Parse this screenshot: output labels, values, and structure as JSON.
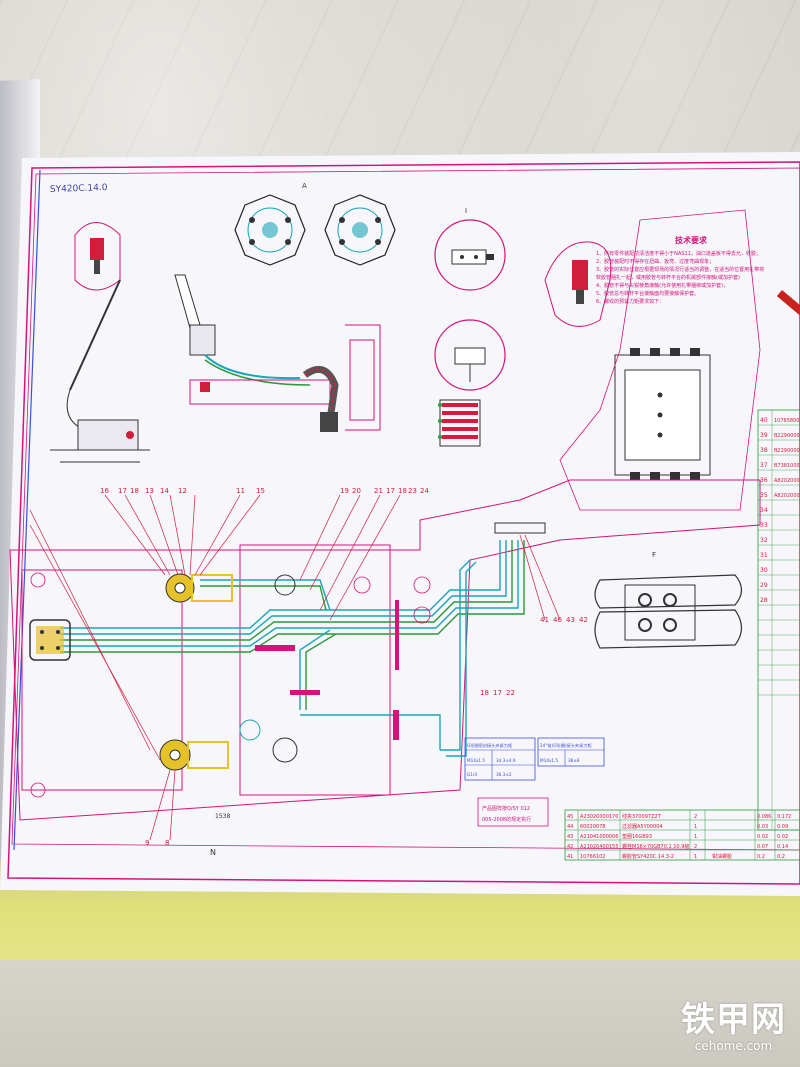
{
  "scene": {
    "type": "photo of a printed hydraulic / pilot piping engineering drawing laid on a table",
    "colors": {
      "paper": "#f7f6fb",
      "border": "#d4147a",
      "pipe_blue": "#1aa6b8",
      "pipe_green": "#2a9a3a",
      "red": "#d11e3c",
      "yellow_part": "#e6c22a"
    }
  },
  "drawing": {
    "sheet_code": "SY420C.14.0",
    "view_label_a": "A",
    "view_label_i": "I",
    "view_label_f": "F",
    "view_label_n": "N",
    "tech_req_title": "技术要求",
    "tech_req_items": [
      "1、所有零件装配前清洁度不得小于NAS11，油口道盖板不得去允，收脱；",
      "2、胶管装配时不得存在扭曲、扳弯、过度弯曲现象；",
      "3、胶管的实际位置应根据现场的情况行适当的调整，在适当的位置用扎带将",
      "   软胶管捆扎一起，或用胶管与转杆平台的机械部件接触(或加护套)",
      "4、胶管不得与尖锐棱角接触(允许使用扎带捆绑或加护套)；",
      "5、胶管总与转杆平台接触面均要接触保护套。",
      "6、螺纹的预紧力矩要求如下："
    ],
    "torque_table_left": {
      "headers": [
        "O形圈密封接头夹紧力矩",
        "拧紧力矩(N.m)"
      ],
      "rows": [
        [
          "M14x1.5",
          "34.3±4.9"
        ],
        [
          "G1/4",
          "36.3±2"
        ]
      ]
    },
    "torque_table_right": {
      "headers": [
        "24°锥(O形圈)接头夹紧力矩",
        "拧紧力矩(N.m)"
      ],
      "rows": [
        [
          "M14x1.5",
          "38±8"
        ]
      ]
    },
    "standard_note": [
      "产品图样按Q/SY 012",
      "005-2008的规定执行"
    ],
    "bom_rows": [
      [
        "45",
        "A23020000170",
        "线夹370097Z2T",
        "2",
        "",
        "0.086",
        "0.172"
      ],
      [
        "44",
        "60020078",
        "过滤器A5Y00004",
        "1",
        "",
        "0.03",
        "0.09"
      ],
      [
        "43",
        "A21041000006",
        "垫圈16GB93",
        "1",
        "",
        "0.02",
        "0.02"
      ],
      [
        "42",
        "A21020400155",
        "螺栓M16×70GB70.1 10.9级",
        "2",
        "",
        "0.07",
        "0.14"
      ],
      [
        "41",
        "10766102",
        "螺胶管SY420C.14.3-2",
        "1",
        "",
        "0.2",
        "0.2"
      ]
    ],
    "bom_note": "钳油螺胶",
    "side_list_numbers": [
      "40",
      "39",
      "38",
      "37",
      "36",
      "35",
      "34",
      "33",
      "32",
      "31",
      "30",
      "29",
      "28"
    ],
    "side_list_codes": [
      "10765800",
      "B2290000",
      "B2290000",
      "B7381000",
      "A8202000",
      "A8202000"
    ],
    "balloon_numbers_top": [
      "16",
      "17",
      "18",
      "13",
      "14",
      "12",
      "11",
      "15",
      "19",
      "20",
      "21",
      "17",
      "18",
      "23",
      "24"
    ],
    "balloon_numbers_bottom": [
      "9",
      "8",
      "18",
      "17",
      "22",
      "41",
      "40",
      "43",
      "42"
    ],
    "dimension": "1538"
  },
  "watermark": {
    "cn": "铁甲网",
    "en": "cehome.com"
  }
}
